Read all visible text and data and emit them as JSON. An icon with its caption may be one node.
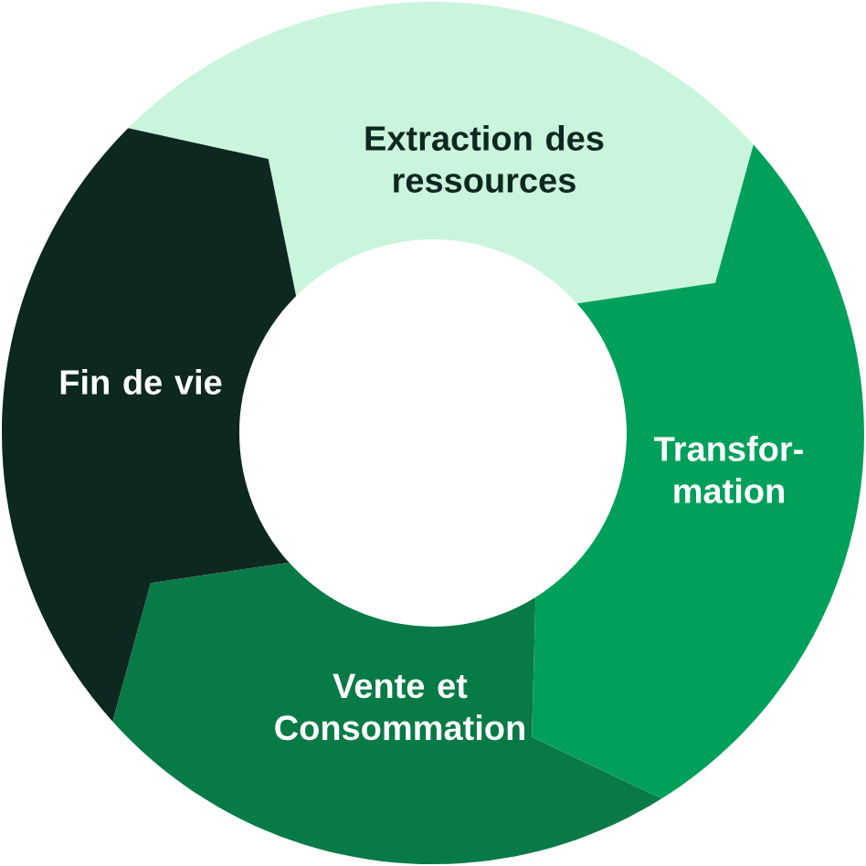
{
  "diagram": {
    "nodes": [
      {
        "text": [
          "Extraction des ressources"
        ]
      },
      {
        "text": [
          "Transfor- mation"
        ]
      },
      {
        "text": [
          "Vente et Consommation"
        ]
      },
      {
        "text": [
          "Fin de vie"
        ]
      }
    ]
  }
}
